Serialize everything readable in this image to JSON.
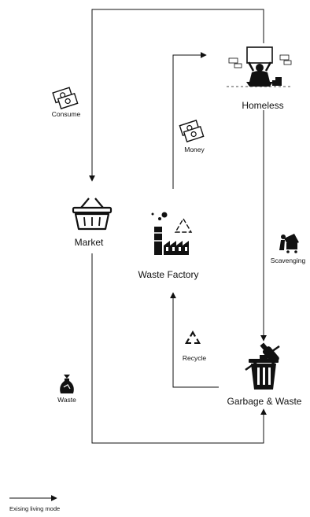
{
  "nodes": {
    "homeless": {
      "label": "Homeless",
      "icon": "homeless-person-with-sign-icon"
    },
    "market": {
      "label": "Market",
      "icon": "shopping-basket-icon"
    },
    "waste_factory": {
      "label": "Waste Factory",
      "icon": "factory-recycle-icon"
    },
    "garbage_waste": {
      "label": "Garbage & Waste",
      "icon": "trash-bin-bottle-icon"
    }
  },
  "edges": {
    "consume": {
      "label": "Consume",
      "icon": "money-icon"
    },
    "money": {
      "label": "Money",
      "icon": "money-icon"
    },
    "scavenging": {
      "label": "Scavenging",
      "icon": "scavenger-cart-icon"
    },
    "recycle": {
      "label": "Recycle",
      "icon": "recycle-icon"
    },
    "waste": {
      "label": "Waste",
      "icon": "waste-bag-icon"
    }
  },
  "legend": {
    "label": "Exising living mode"
  },
  "colors": {
    "line": "#111111",
    "background": "#ffffff"
  }
}
